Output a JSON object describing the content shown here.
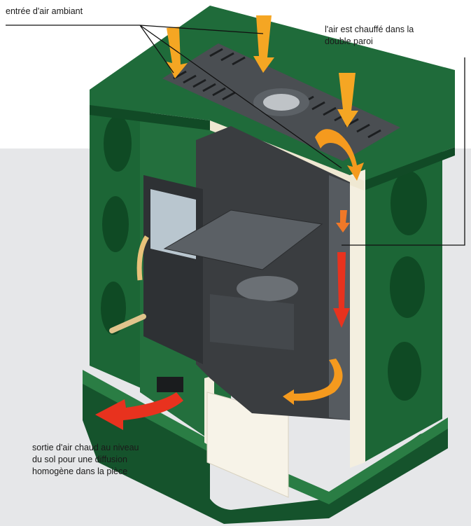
{
  "labels": {
    "intake": "entrée d'air ambiant",
    "heated_line1": "l'air est chauffé dans la",
    "heated_line2": "double paroi",
    "outlet_line1": "sortie d'air chaud au niveau",
    "outlet_line2": "du sol pour une diffusion",
    "outlet_line3": "homogène dans la pièce"
  },
  "colors": {
    "background_panel": "#e6e7e9",
    "ceramic_green": "#1f6b3a",
    "ceramic_green_dark": "#114a26",
    "ceramic_green_light": "#2f8a4d",
    "cast_iron": "#3a3d40",
    "cast_iron_light": "#6b7075",
    "insulation": "#f4efe0",
    "air_intake_arrow": "#f5a623",
    "hot_air_arrow": "#e8321e",
    "leader_line": "#111111"
  }
}
